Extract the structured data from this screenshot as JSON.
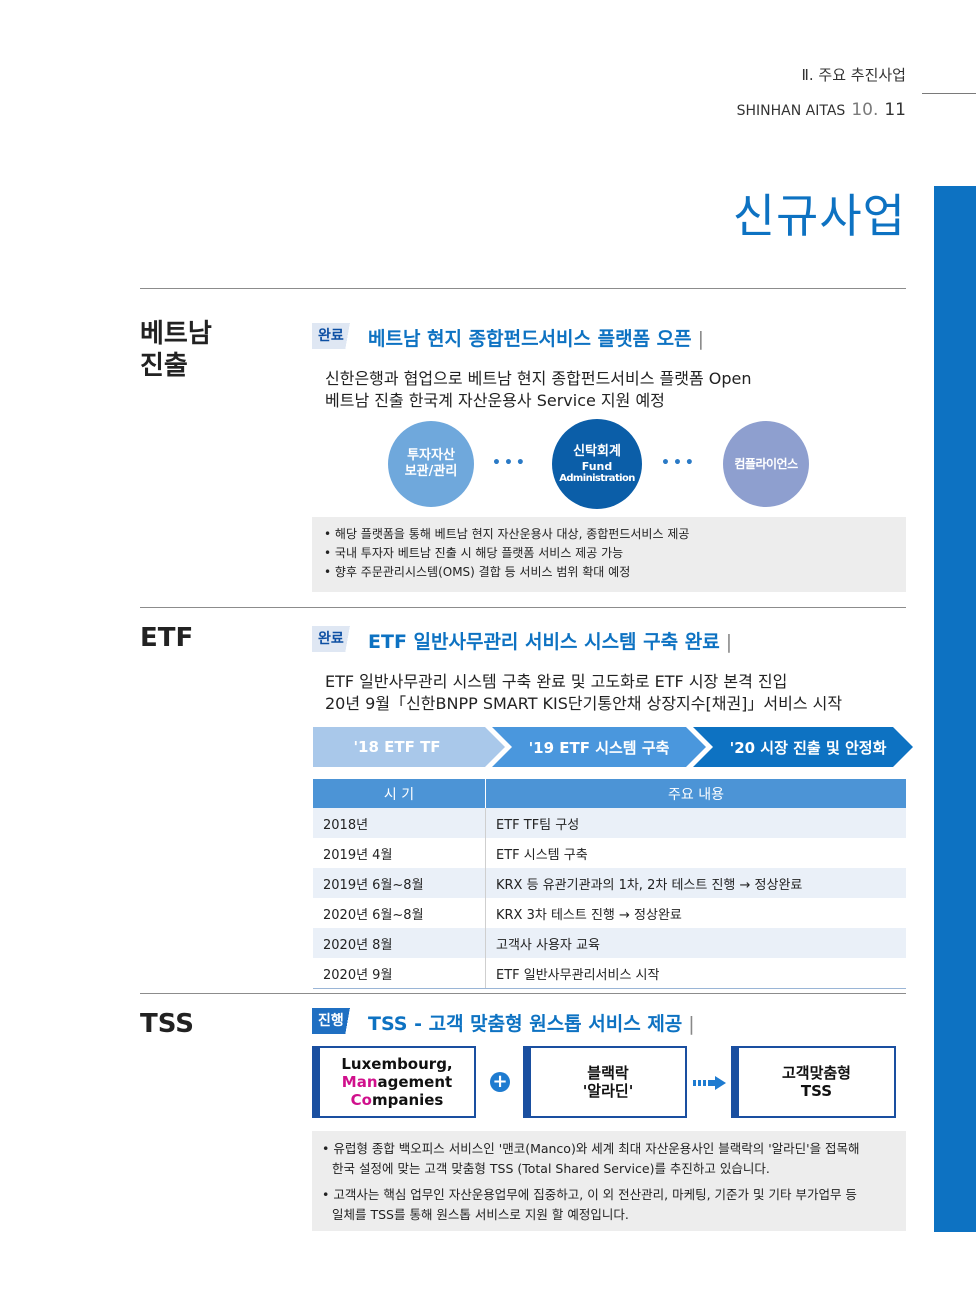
{
  "header": {
    "section": "Ⅱ. 주요 추진사업",
    "brand": "SHINHAN AITAS",
    "page_left": "10.",
    "page_right": "11"
  },
  "page_title": "신규사업",
  "vietnam": {
    "label_line1": "베트남",
    "label_line2": "진출",
    "status": "완료",
    "heading": "베트남 현지 종합펀드서비스 플랫폼 오픈",
    "heading_pipe": "|",
    "desc1": "신한은행과 협업으로 베트남 현지 종합펀드서비스 플랫폼 Open",
    "desc2": "베트남 진출 한국계 자산운용사 Service 지원 예정",
    "circles": [
      {
        "line1": "투자자산",
        "line2": "보관/관리",
        "color": "#6fa8dc"
      },
      {
        "line1": "신탁회계",
        "line2": "Fund",
        "line3": "Administration",
        "color": "#0b5ea8"
      },
      {
        "line1": "컴플라이언스",
        "color": "#8e9fcf"
      }
    ],
    "dots": "•••",
    "bullets": [
      "해당 플랫폼을 통해 베트남 현지 자산운용사 대상, 종합펀드서비스 제공",
      "국내 투자자 베트남 진출 시 해당 플랫폼 서비스 제공 가능",
      "향후 주문관리시스템(OMS) 결합 등 서비스 범위 확대 예정"
    ]
  },
  "etf": {
    "label": "ETF",
    "status": "완료",
    "heading": "ETF 일반사무관리 서비스 시스템 구축 완료",
    "heading_pipe": "|",
    "desc1": "ETF 일반사무관리 시스템 구축 완료 및 고도화로 ETF 시장 본격 진입",
    "desc2": "20년 9월「신한BNPP SMART KIS단기통안채 상장지수[채권]」서비스 시작",
    "steps": [
      {
        "label": "'18 ETF TF",
        "color": "#a9c8ea"
      },
      {
        "label": "'19 ETF 시스템 구축",
        "color": "#4a97dd"
      },
      {
        "label": "'20 시장 진출 및 안정화",
        "color": "#0d72c2"
      }
    ],
    "table": {
      "headers": [
        "시 기",
        "주요 내용"
      ],
      "rows": [
        [
          "2018년",
          "ETF TF팀 구성"
        ],
        [
          "2019년 4월",
          "ETF 시스템 구축"
        ],
        [
          "2019년 6월~8월",
          "KRX 등 유관기관과의 1차, 2차 테스트 진행 → 정상완료"
        ],
        [
          "2020년 6월~8월",
          "KRX 3차 테스트 진행 → 정상완료"
        ],
        [
          "2020년 8월",
          "고객사 사용자 교육"
        ],
        [
          "2020년 9월",
          "ETF 일반사무관리서비스 시작"
        ]
      ]
    }
  },
  "tss": {
    "label": "TSS",
    "status": "진행",
    "heading": "TSS - 고객 맞춤형 원스톱 서비스 제공",
    "heading_pipe": "|",
    "box1": {
      "line1": "Luxembourg,",
      "line2_accent": "Man",
      "line2_rest": "agement",
      "line3_accent": "Co",
      "line3_rest": "mpanies"
    },
    "plus": "+",
    "box2": {
      "line1": "블랙락",
      "line2": "'알라딘'"
    },
    "box3": {
      "line1": "고객맞춤형",
      "line2": "TSS"
    },
    "bullets": [
      {
        "line1": "유럽형 종합 백오피스 서비스인 '맨코(Manco)와 세계 최대 자산운용사인 블랙락의 '알라딘'을 접목해",
        "line2": "한국 설정에 맞는 고객 맞춤형  TSS (Total Shared Service)를 추진하고 있습니다."
      },
      {
        "line1": "고객사는 핵심 업무인 자산운용업무에 집중하고, 이 외 전산관리, 마케팅, 기준가 및  기타 부가업무 등",
        "line2": "일체를 TSS를 통해 원스톱 서비스로 지원 할 예정입니다."
      }
    ]
  }
}
